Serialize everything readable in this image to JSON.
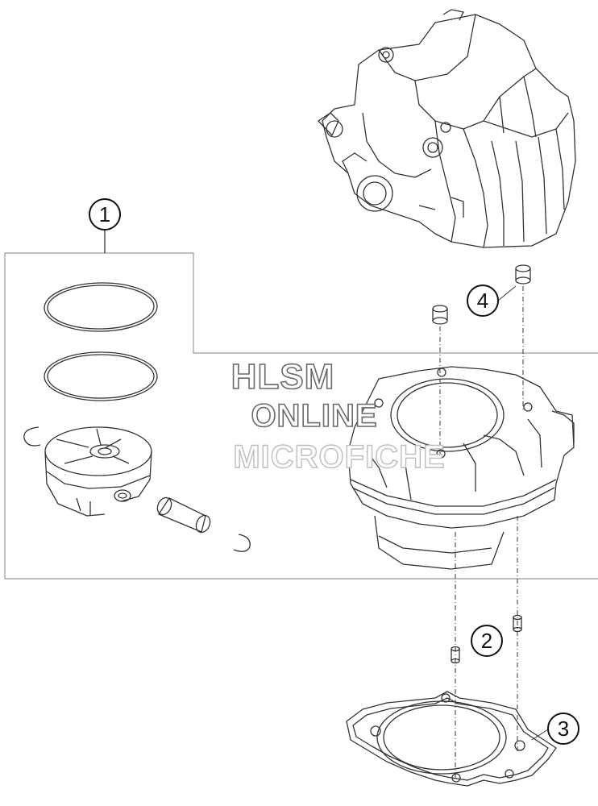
{
  "watermark": {
    "line1": "HLSM",
    "line2": "ONLINE",
    "line3": "MICROFICHE"
  },
  "callouts": [
    {
      "id": "1",
      "label": "1"
    },
    {
      "id": "2",
      "label": "2"
    },
    {
      "id": "3",
      "label": "3"
    },
    {
      "id": "4",
      "label": "4"
    }
  ],
  "colors": {
    "line": "#333333",
    "frame": "#9a9a9a",
    "watermark_outline": "#6a6a6a"
  }
}
